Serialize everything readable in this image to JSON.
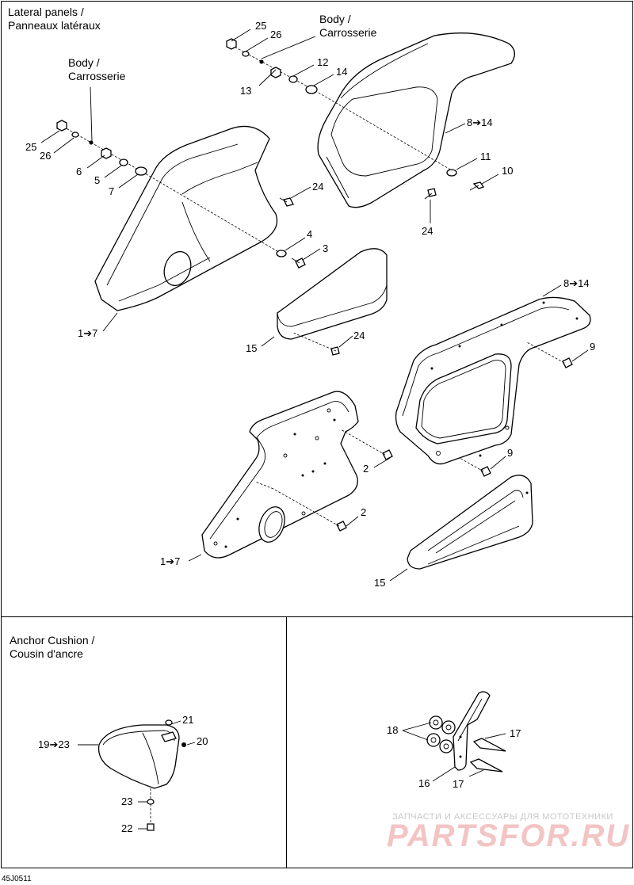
{
  "sections": {
    "lateral": {
      "title_line1": "Lateral panels /",
      "title_line2": "Panneaux latéraux"
    },
    "anchor": {
      "title_line1": "Anchor Cushion /",
      "title_line2": "Cousin d'ancre"
    }
  },
  "body_labels": {
    "line1": "Body /",
    "line2": "Carrosserie"
  },
  "callouts": {
    "c25_top": "25",
    "c26_top": "26",
    "c12": "12",
    "c13": "13",
    "c14": "14",
    "c8_14_top": "8➔14",
    "c11": "11",
    "c10": "10",
    "c24_top": "24",
    "c25_left": "25",
    "c26_left": "26",
    "c6": "6",
    "c5": "5",
    "c7": "7",
    "c24_mid": "24",
    "c4": "4",
    "c3": "3",
    "c1_7_top": "1➔7",
    "c15_top": "15",
    "c24_low": "24",
    "c8_14_low": "8➔14",
    "c9_a": "9",
    "c9_b": "9",
    "c2_a": "2",
    "c2_b": "2",
    "c1_7_low": "1➔7",
    "c15_low": "15",
    "c21": "21",
    "c20": "20",
    "c19_23": "19➔23",
    "c23": "23",
    "c22": "22",
    "c18": "18",
    "c17_a": "17",
    "c17_b": "17",
    "c16": "16"
  },
  "drawing_code": "45J0511",
  "watermark": {
    "line1": "ЗАПЧАСТИ И АКСЕССУАРЫ ДЛЯ МОТОТЕХНИКИ",
    "line2": "PARTSFOR.RU"
  },
  "colors": {
    "line": "#000000",
    "watermark_text": "#c8c8c8",
    "watermark_logo": "#f3c4c4"
  }
}
